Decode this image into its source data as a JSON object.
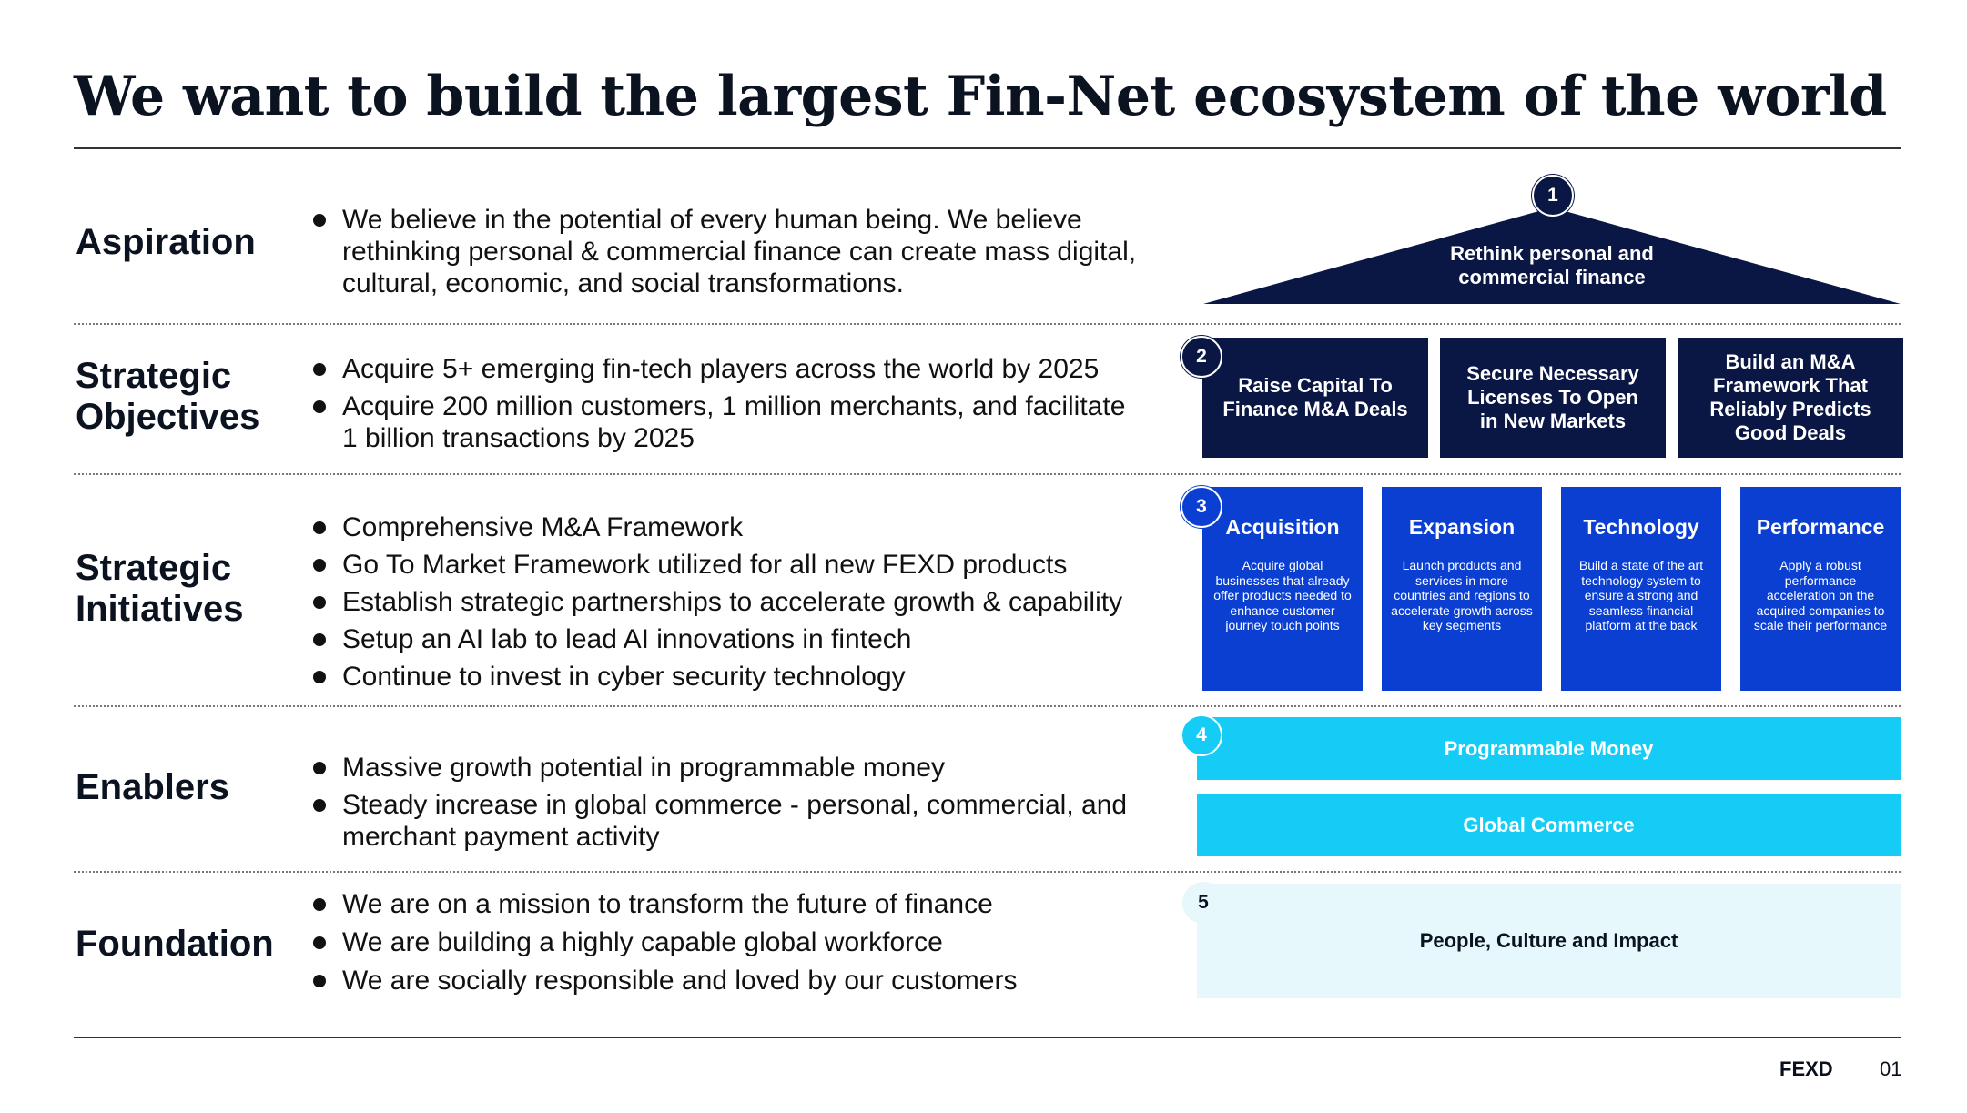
{
  "title": "We want to build the largest Fin-Net ecosystem of the world",
  "rows": [
    {
      "label": "Aspiration",
      "bullets": [
        "We believe in the potential of every human being. We believe rethinking personal & commercial finance can create mass digital, cultural, economic, and social transformations."
      ]
    },
    {
      "label": "Strategic Objectives",
      "bullets": [
        "Acquire 5+ emerging fin-tech players across the world by 2025",
        "Acquire 200 million customers, 1 million merchants, and facilitate 1 billion transactions by 2025"
      ]
    },
    {
      "label": "Strategic Initiatives",
      "bullets": [
        "Comprehensive M&A Framework",
        "Go To Market Framework utilized for all new FEXD products",
        "Establish strategic partnerships to accelerate growth & capability",
        "Setup an AI lab to lead AI innovations in fintech",
        "Continue to invest in cyber security technology"
      ]
    },
    {
      "label": "Enablers",
      "bullets": [
        "Massive growth potential in programmable money",
        "Steady increase in global commerce - personal, commercial, and merchant payment activity"
      ]
    },
    {
      "label": "Foundation",
      "bullets": [
        "We are on a mission to transform the future of finance",
        "We are building a highly capable global workforce",
        "We are socially responsible and loved by our customers"
      ]
    }
  ],
  "diagram": {
    "numbers": [
      "1",
      "2",
      "3",
      "4",
      "5"
    ],
    "roof": "Rethink personal and commercial finance",
    "objectives": [
      "Raise Capital To Finance M&A Deals",
      "Secure Necessary Licenses To Open in New Markets",
      "Build an M&A Framework That Reliably Predicts Good Deals"
    ],
    "initiatives": [
      {
        "heading": "Acquisition",
        "text": "Acquire global businesses that already offer products needed to enhance customer journey touch points"
      },
      {
        "heading": "Expansion",
        "text": "Launch products and services in more countries and regions to accelerate growth across key segments"
      },
      {
        "heading": "Technology",
        "text": "Build a state of the art technology system to ensure a strong and seamless financial platform at the back"
      },
      {
        "heading": "Performance",
        "text": "Apply a robust performance acceleration on the acquired companies to scale their performance"
      }
    ],
    "enablers": [
      "Programmable Money",
      "Global Commerce"
    ],
    "foundation": "People, Culture and Impact"
  },
  "footer": {
    "brand": "FEXD",
    "page": "01"
  },
  "colors": {
    "navy": "#0a1744",
    "blue": "#0a3fd1",
    "cyan": "#14ccf5",
    "pale": "#e6f8fc"
  }
}
